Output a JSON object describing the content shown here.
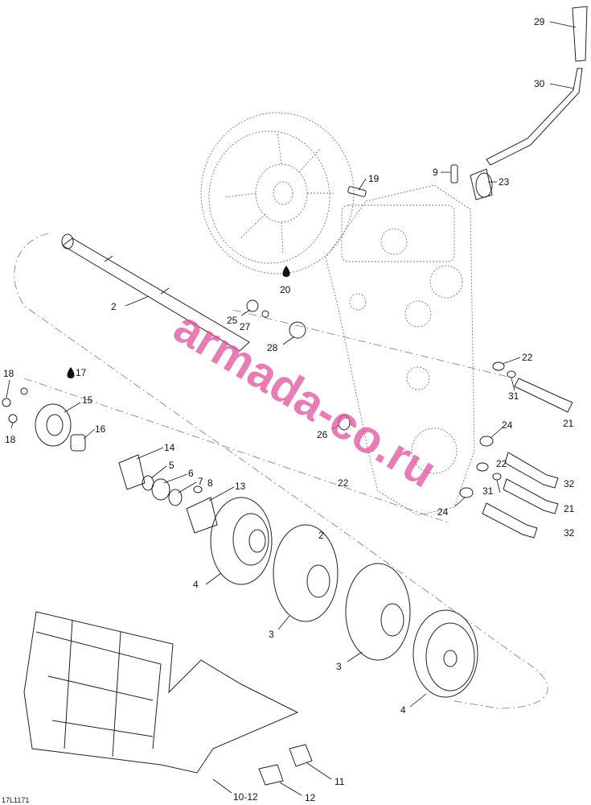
{
  "diagram": {
    "drawing_code": "17L1171",
    "watermark": "armada-co.ru",
    "callouts": [
      {
        "id": "c29",
        "label": "29"
      },
      {
        "id": "c30",
        "label": "30"
      },
      {
        "id": "c9",
        "label": "9"
      },
      {
        "id": "c23",
        "label": "23"
      },
      {
        "id": "c19",
        "label": "19"
      },
      {
        "id": "c20",
        "label": "20"
      },
      {
        "id": "c2a",
        "label": "2"
      },
      {
        "id": "c25",
        "label": "25"
      },
      {
        "id": "c27",
        "label": "27"
      },
      {
        "id": "c28",
        "label": "28"
      },
      {
        "id": "c22a",
        "label": "22"
      },
      {
        "id": "c31a",
        "label": "31"
      },
      {
        "id": "c21a",
        "label": "21"
      },
      {
        "id": "c17",
        "label": "17"
      },
      {
        "id": "c18a",
        "label": "18"
      },
      {
        "id": "c15",
        "label": "15"
      },
      {
        "id": "c18b",
        "label": "18"
      },
      {
        "id": "c16",
        "label": "16"
      },
      {
        "id": "c26",
        "label": "26"
      },
      {
        "id": "c24a",
        "label": "24"
      },
      {
        "id": "c14",
        "label": "14"
      },
      {
        "id": "c5",
        "label": "5"
      },
      {
        "id": "c6",
        "label": "6"
      },
      {
        "id": "c7",
        "label": "7"
      },
      {
        "id": "c8",
        "label": "8"
      },
      {
        "id": "c13",
        "label": "13"
      },
      {
        "id": "c22b",
        "label": "22"
      },
      {
        "id": "c22c",
        "label": "22"
      },
      {
        "id": "c32a",
        "label": "32"
      },
      {
        "id": "c31b",
        "label": "31"
      },
      {
        "id": "c21b",
        "label": "21"
      },
      {
        "id": "c24b",
        "label": "24"
      },
      {
        "id": "c32b",
        "label": "32"
      },
      {
        "id": "c2b",
        "label": "2"
      },
      {
        "id": "c4a",
        "label": "4"
      },
      {
        "id": "c3a",
        "label": "3"
      },
      {
        "id": "c3b",
        "label": "3"
      },
      {
        "id": "c4b",
        "label": "4"
      },
      {
        "id": "c11",
        "label": "11"
      },
      {
        "id": "c1012",
        "label": "10-12"
      },
      {
        "id": "c12",
        "label": "12"
      }
    ]
  }
}
